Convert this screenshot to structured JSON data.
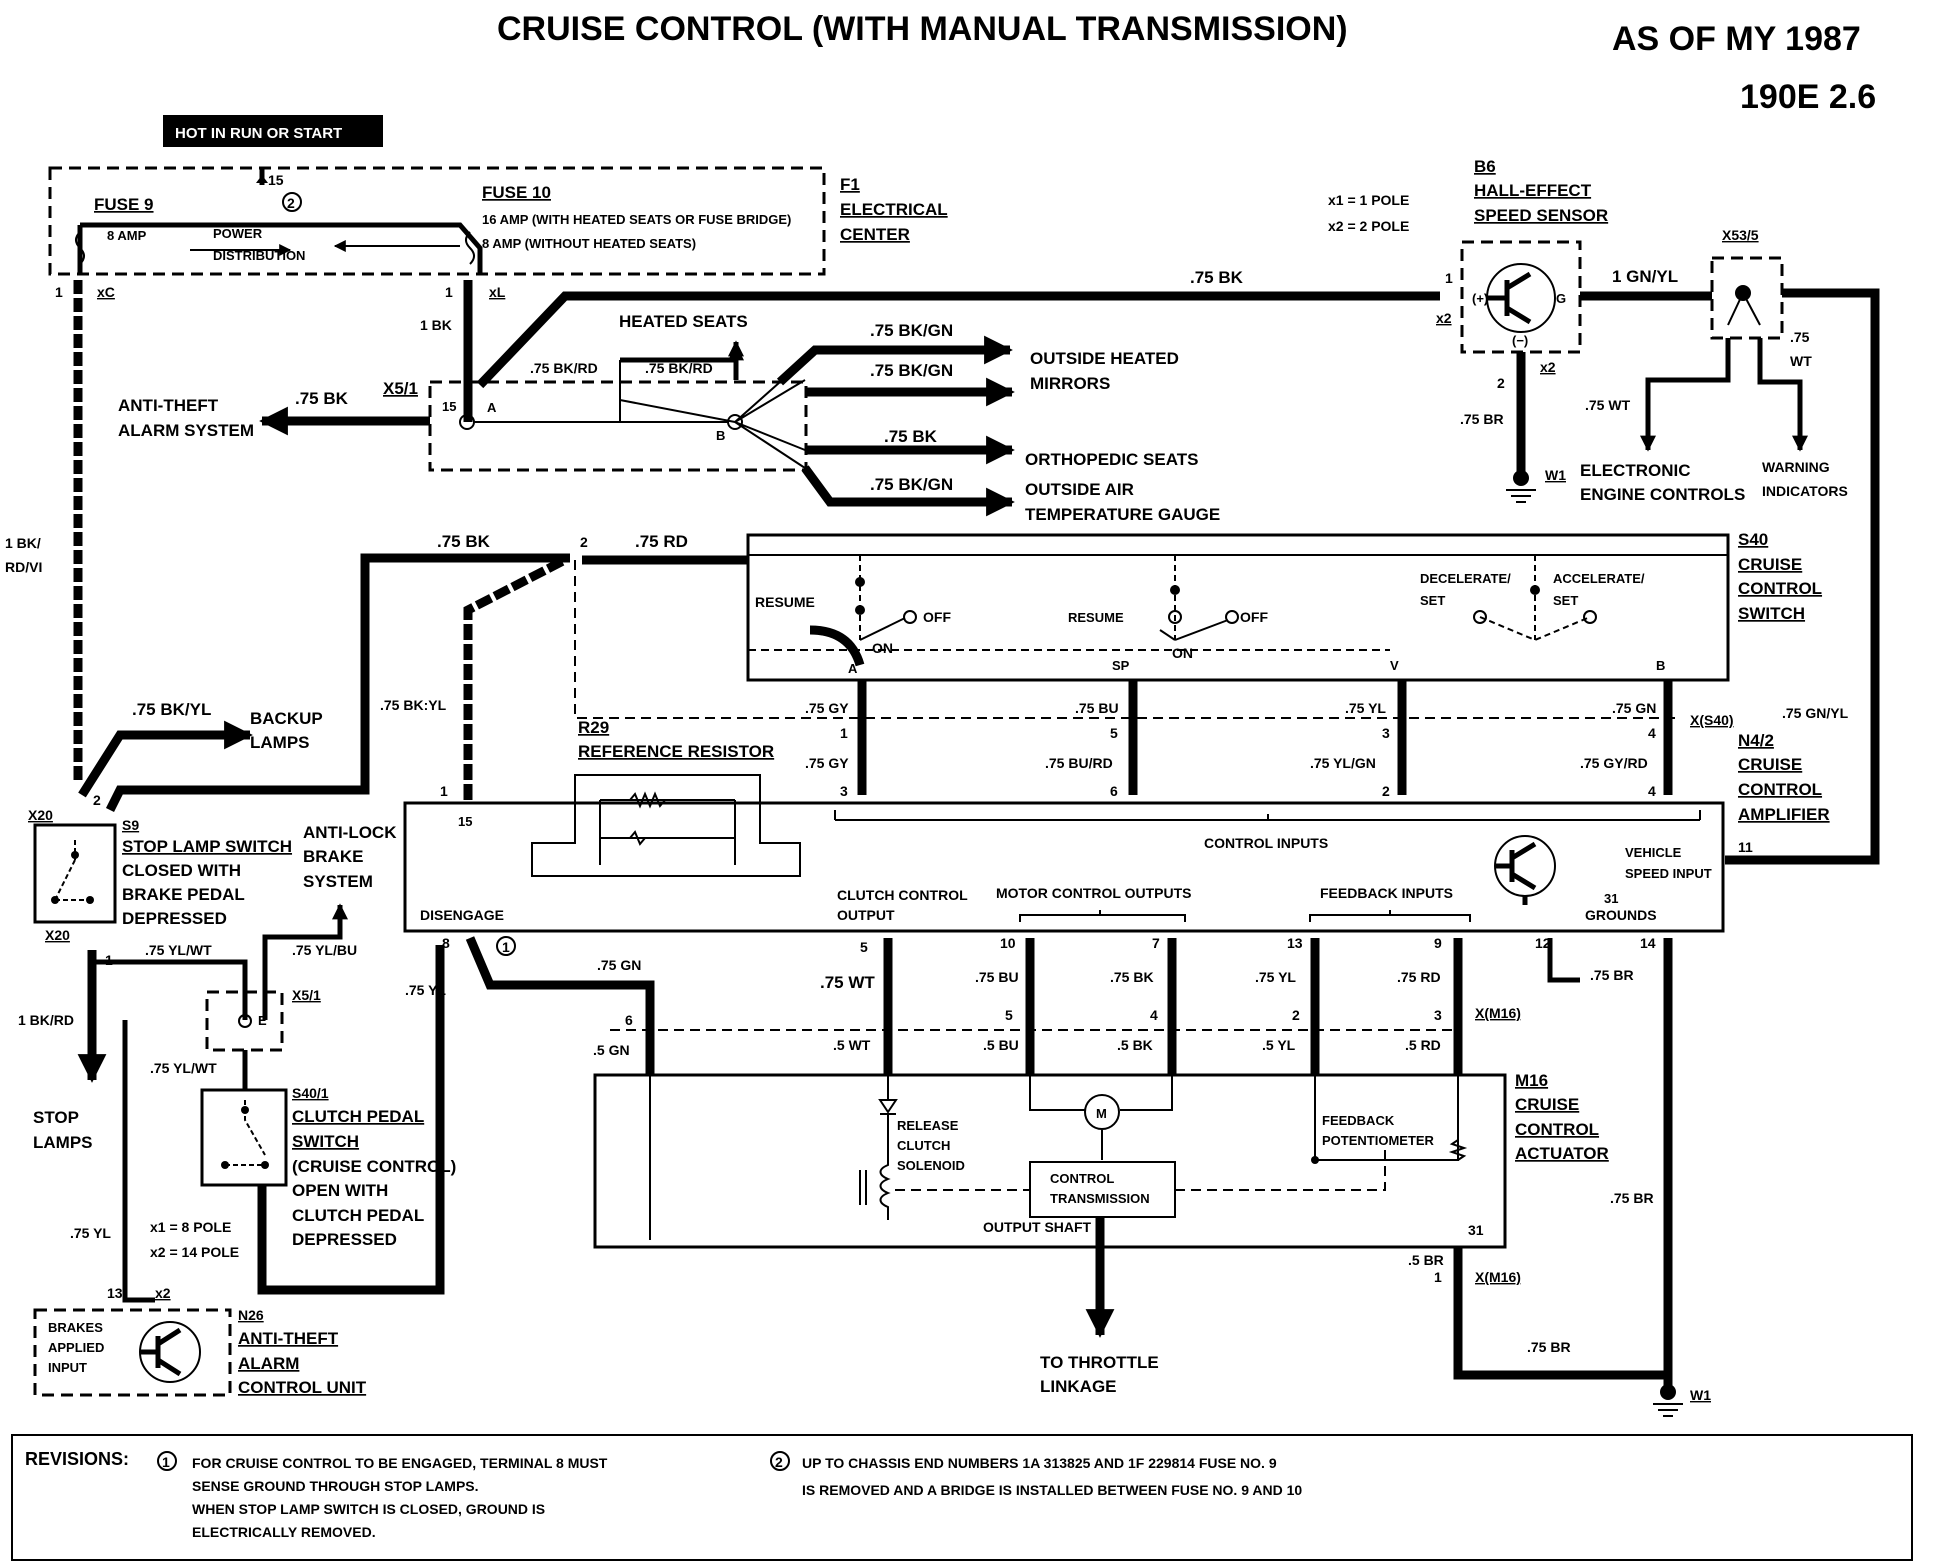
{
  "header": {
    "title": "CRUISE CONTROL (WITH MANUAL TRANSMISSION)",
    "as_of": "AS OF MY 1987",
    "model": "190E 2.6",
    "hot_badge": "HOT IN RUN OR START"
  },
  "fusebox": {
    "terminal_15": "15",
    "note_circle": "2",
    "fuse9": "FUSE 9",
    "fuse9_amp": "8 AMP",
    "power1": "POWER",
    "power2": "DISTRIBUTION",
    "fuse10": "FUSE 10",
    "fuse10_a": "16 AMP (WITH HEATED SEATS OR FUSE BRIDGE)",
    "fuse10_b": "8 AMP (WITHOUT HEATED SEATS)",
    "f1_id": "F1",
    "f1_l1": "ELECTRICAL",
    "f1_l2": "CENTER",
    "pin_xc_num": "1",
    "pin_xc": "xC",
    "pin_xl_num": "1",
    "pin_xl": "xL",
    "wire_1bk": "1 BK"
  },
  "connector_x51": {
    "id": "X5/1",
    "pin15": "15",
    "node_a": "A",
    "node_b": "B",
    "anti_theft_wire": ".75 BK",
    "anti_theft_l1": "ANTI-THEFT",
    "anti_theft_l2": "ALARM SYSTEM",
    "bk_rd_1": ".75 BK/RD",
    "bk_rd_2": ".75 BK/RD",
    "heated_seats": "HEATED SEATS",
    "bk_gn_1": ".75 BK/GN",
    "bk_gn_2": ".75 BK/GN",
    "bk_3": ".75 BK",
    "bk_gn_4": ".75 BK/GN",
    "mirrors_l1": "OUTSIDE HEATED",
    "mirrors_l2": "MIRRORS",
    "ortho": "ORTHOPEDIC SEATS",
    "air_l1": "OUTSIDE AIR",
    "air_l2": "TEMPERATURE GAUGE"
  },
  "speed_sensor": {
    "pole1": "x1 = 1 POLE",
    "pole2": "x2 = 2 POLE",
    "id": "B6",
    "l1": "HALL-EFFECT",
    "l2": "SPEED SENSOR",
    "wire_bk": ".75 BK",
    "pin1": "1",
    "x2_left": "x2",
    "plus": "(+)",
    "minus": "(−)",
    "g": "G",
    "pin2": "2",
    "x2_bottom": "x2",
    "wire_br": ".75 BR",
    "ground": "W1",
    "out_wire": "1 GN/YL",
    "x53": "X53/5",
    "wt_right_1": ".75",
    "wt_right_2": "WT",
    "wt_left": ".75 WT",
    "eng_l1": "ELECTRONIC",
    "eng_l2": "ENGINE CONTROLS",
    "warn_l1": "WARNING",
    "warn_l2": "INDICATORS"
  },
  "left_side": {
    "feed_l1": "1 BK/",
    "feed_l2": "RD/VI",
    "bk_top": ".75 BK",
    "pin2": "2",
    "rd_top": ".75 RD",
    "bkyl_wire": ".75 BK/YL",
    "bkyl2": ".75 BK:YL",
    "backup_l1": "BACKUP",
    "backup_l2": "LAMPS",
    "x20_top": "X20",
    "x20_pin": "2",
    "s9_id": "S9",
    "s9_l1": "STOP LAMP SWITCH",
    "s9_l2": "CLOSED WITH",
    "s9_l3": "BRAKE PEDAL",
    "s9_l4": "DEPRESSED",
    "x20_bot": "X20",
    "x20_bot_pin": "1",
    "abs_l1": "ANTI-LOCK",
    "abs_l2": "BRAKE",
    "abs_l3": "SYSTEM",
    "ylwt_1": ".75 YL/WT",
    "ylbu": ".75 YL/BU",
    "x51_e": "X5/1",
    "node_e": "E",
    "bkrd": "1 BK/RD",
    "ylwt_2": ".75 YL/WT",
    "stop_l1": "STOP",
    "stop_l2": "LAMPS",
    "s401_id": "S40/1",
    "s401_l1": "CLUTCH PEDAL",
    "s401_l2": "SWITCH",
    "s401_l3": "(CRUISE CONTROL)",
    "s401_l4": "OPEN WITH",
    "s401_l5": "CLUTCH PEDAL",
    "s401_l6": "DEPRESSED",
    "yl_left": ".75 YL",
    "yl_mid": ".75 YL",
    "pole8": "x1 = 8 POLE",
    "pole14": "x2 = 14 POLE",
    "n26_pin": "13",
    "n26_x2": "x2",
    "n26_box_l1": "BRAKES",
    "n26_box_l2": "APPLIED",
    "n26_box_l3": "INPUT",
    "n26_id": "N26",
    "n26_l1": "ANTI-THEFT",
    "n26_l2": "ALARM",
    "n26_l3": "CONTROL UNIT"
  },
  "s40": {
    "id": "S40",
    "l1": "CRUISE",
    "l2": "CONTROL",
    "l3": "SWITCH",
    "resume": "RESUME",
    "off1": "OFF",
    "on1": "ON",
    "resume2": "RESUME",
    "off2": "OFF",
    "on2": "ON",
    "decel_l1": "DECELERATE/",
    "decel_l2": "SET",
    "accel_l1": "ACCELERATE/",
    "accel_l2": "SET",
    "pa": "A",
    "psp": "SP",
    "pv": "V",
    "pb": "B",
    "gy": ".75 GY",
    "bu": ".75 BU",
    "yl": ".75 YL",
    "gn": ".75 GN",
    "n1": "1",
    "n5": "5",
    "n3": "3",
    "n4": "4",
    "xs40": "X(S40)",
    "gy2": ".75 GY",
    "burd": ".75 BU/RD",
    "ylgn": ".75 YL/GN",
    "gyrd": ".75 GY/RD",
    "m3": "3",
    "m6": "6",
    "m2": "2",
    "m4": "4",
    "gnyl_right": ".75 GN/YL"
  },
  "amplifier": {
    "id": "N4/2",
    "l1": "CRUISE",
    "l2": "CONTROL",
    "l3": "AMPLIFIER",
    "r29_id": "R29",
    "r29_l1": "REFERENCE RESISTOR",
    "pin1": "1",
    "pin15": "15",
    "control_inputs": "CONTROL INPUTS",
    "vehicle_l1": "VEHICLE",
    "vehicle_l2": "SPEED INPUT",
    "pin11": "11",
    "grounds_num": "31",
    "grounds": "GROUNDS",
    "disengage": "DISENGAGE",
    "clutch_l1": "CLUTCH CONTROL",
    "clutch_l2": "OUTPUT",
    "motor_out": "MOTOR CONTROL OUTPUTS",
    "feedback_in": "FEEDBACK INPUTS",
    "p8": "8",
    "note1": "1",
    "p5": "5",
    "p10": "10",
    "p7": "7",
    "p13": "13",
    "p9": "9",
    "p12": "12",
    "p14": "14"
  },
  "actuator": {
    "id": "M16",
    "l1": "CRUISE",
    "l2": "CONTROL",
    "l3": "ACTUATOR",
    "gn75": ".75 GN",
    "yl75": ".75 YL",
    "wt75": ".75 WT",
    "bu75": ".75 BU",
    "bk75": ".75 BK",
    "yl75b": ".75 YL",
    "rd75": ".75 RD",
    "br75": ".75 BR",
    "c6": "6",
    "c5": "5",
    "c4": "4",
    "c2": "2",
    "c3": "3",
    "xm16": "X(M16)",
    "gn5": ".5 GN",
    "wt5": ".5 WT",
    "bu5": ".5 BU",
    "bk5": ".5 BK",
    "yl5": ".5 YL",
    "rd5": ".5 RD",
    "motor": "M",
    "feedback_l1": "FEEDBACK",
    "feedback_l2": "POTENTIOMETER",
    "release_l1": "RELEASE",
    "release_l2": "CLUTCH",
    "release_l3": "SOLENOID",
    "trans_l1": "CONTROL",
    "trans_l2": "TRANSMISSION",
    "shaft": "OUTPUT SHAFT",
    "pin31": "31",
    "br_right": ".75 BR",
    "br5": ".5 BR",
    "c1": "1",
    "xm16b": "X(M16)",
    "br75b": ".75 BR",
    "w1": "W1",
    "throttle_l1": "TO THROTTLE",
    "throttle_l2": "LINKAGE"
  },
  "revisions": {
    "label": "REVISIONS:",
    "n1": "1",
    "r1_l1": "FOR CRUISE CONTROL TO BE ENGAGED, TERMINAL 8 MUST",
    "r1_l2": "SENSE GROUND THROUGH STOP LAMPS.",
    "r1_l3": "WHEN STOP LAMP SWITCH IS CLOSED, GROUND IS",
    "r1_l4": "ELECTRICALLY REMOVED.",
    "n2": "2",
    "r2_l1": "UP TO CHASSIS END NUMBERS 1A 313825 AND 1F 229814 FUSE NO. 9",
    "r2_l2": "IS REMOVED AND A BRIDGE IS INSTALLED BETWEEN FUSE NO. 9 AND 10"
  }
}
